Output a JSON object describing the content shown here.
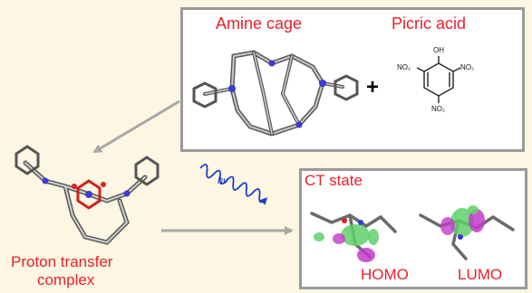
{
  "top_box": {
    "amine_cage_label": "Amine cage",
    "picric_acid_label": "Picric acid",
    "plus_sign": "+",
    "picric_groups": {
      "oh": "OH",
      "no2_left": "NO₂",
      "no2_right": "NO₂",
      "no2_bottom": "NO₂"
    }
  },
  "left": {
    "complex_line1": "Proton transfer",
    "complex_line2": "complex"
  },
  "middle": {
    "photon_label": "hν"
  },
  "ct_box": {
    "title": "CT state",
    "homo_label": "HOMO",
    "lumo_label": "LUMO"
  },
  "colors": {
    "background": "#fdf6e2",
    "frame": "#9a9a9a",
    "label_red": "#e8202a",
    "wave_blue": "#1a3cc8",
    "orbital_green": "#5fd06a",
    "orbital_magenta": "#c23ac9"
  }
}
